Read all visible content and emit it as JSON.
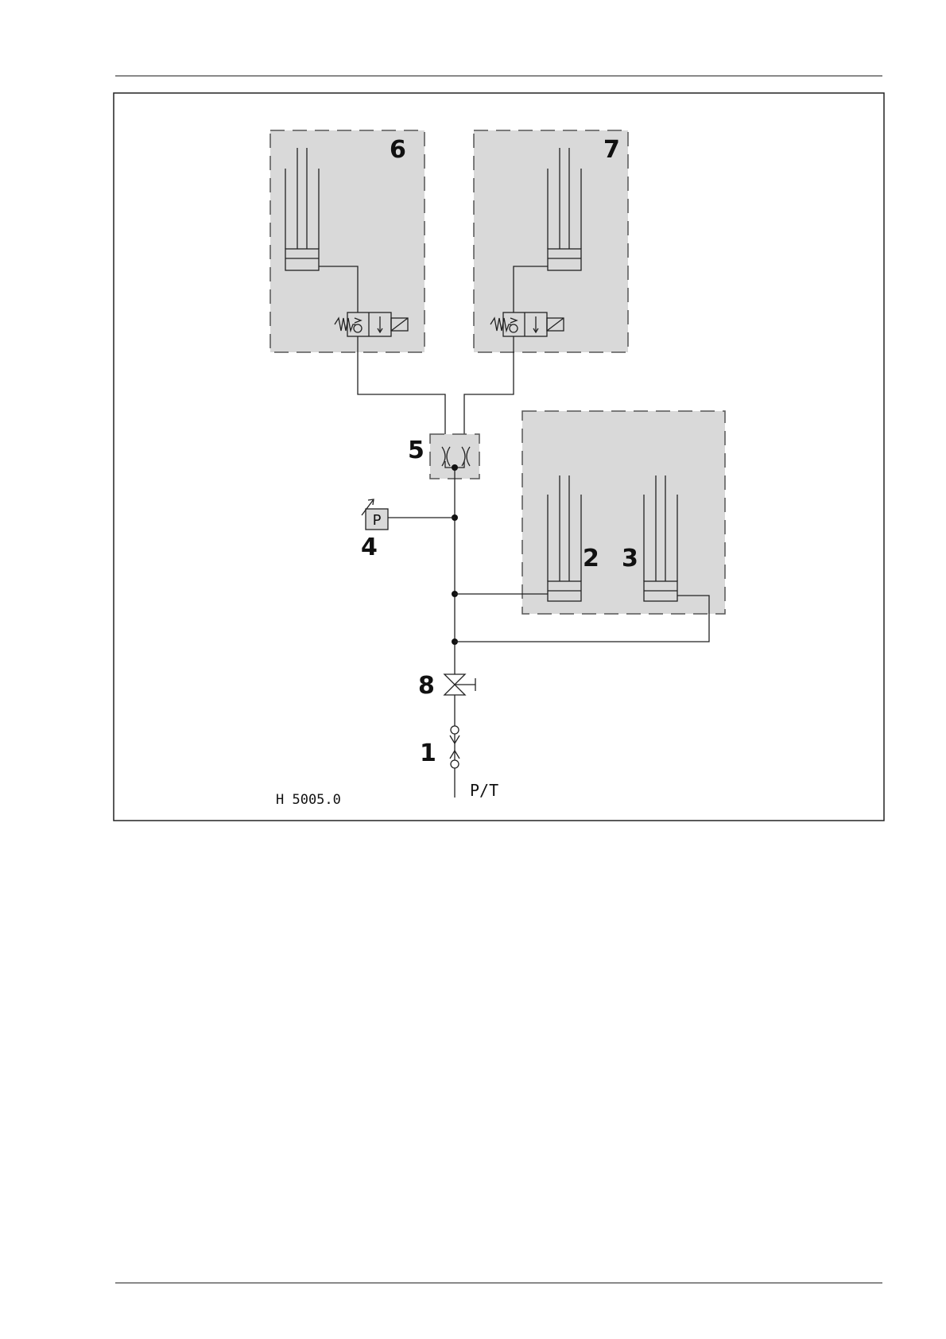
{
  "labels": {
    "u6": "6",
    "u7": "7",
    "u5": "5",
    "u4": "4",
    "u2": "2",
    "u3": "3",
    "u8": "8",
    "u1": "1",
    "gauge_letter": "P",
    "supply": "P/T",
    "drawing_ref": "H 5005.0"
  },
  "colors": {
    "unit_fill": "#d9d9d9",
    "line": "#222222"
  }
}
